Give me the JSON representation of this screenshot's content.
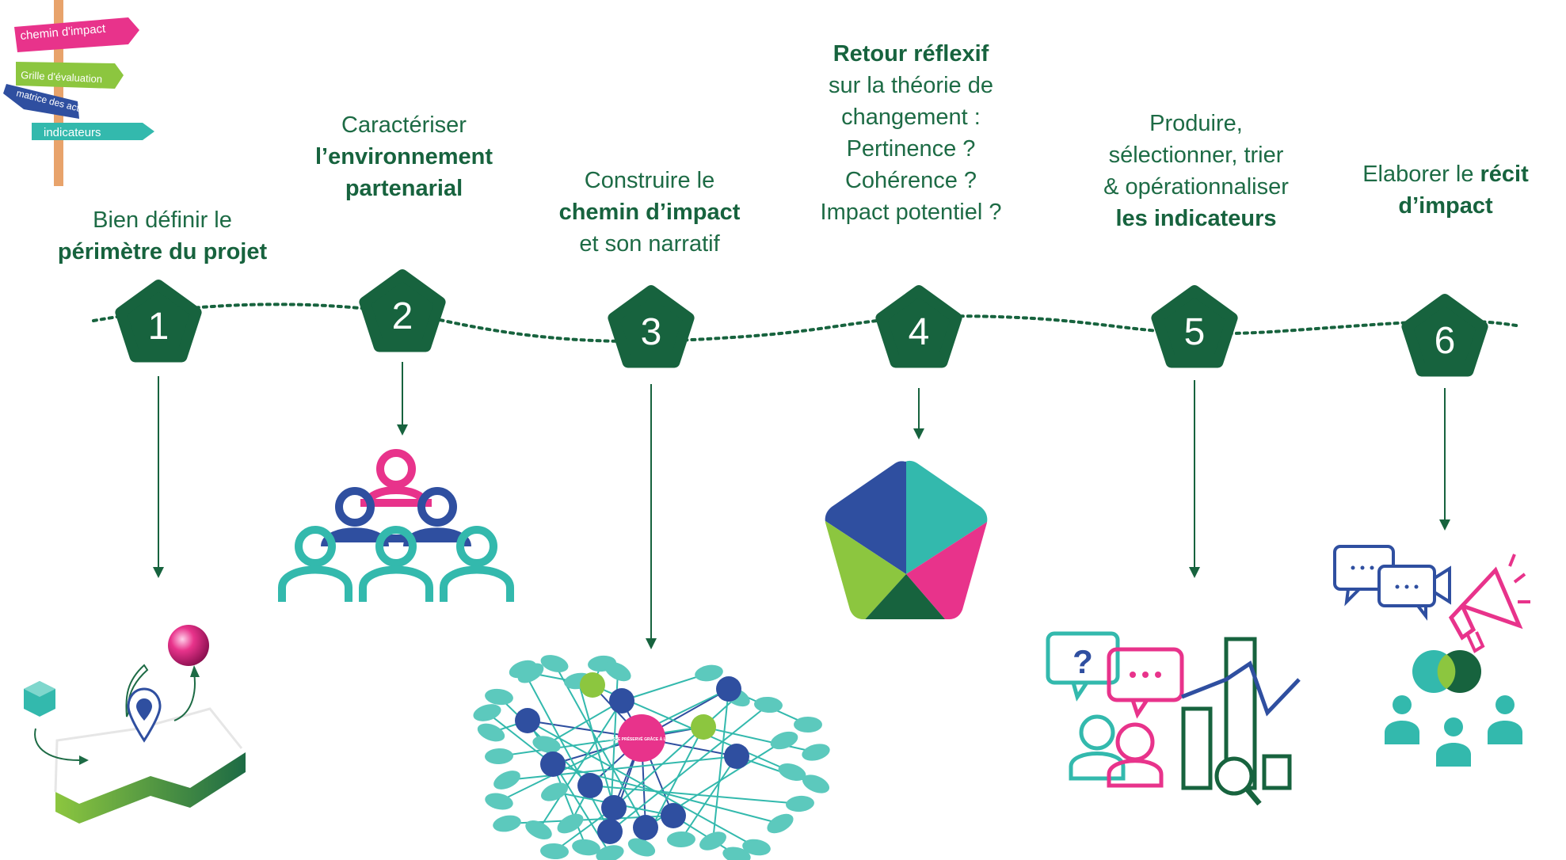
{
  "signpost": {
    "labels": [
      "chemin d'impact",
      "Grille d'évaluation",
      "matrice des acteurs",
      "indicateurs"
    ],
    "colors": [
      "#e8338b",
      "#8cc63f",
      "#2f4fa0",
      "#33b9ad"
    ]
  },
  "steps": [
    {
      "number": "1",
      "lines": [
        {
          "text": "Bien définir le",
          "bold": false
        },
        {
          "text": "périmètre du projet",
          "bold": true
        }
      ]
    },
    {
      "number": "2",
      "lines": [
        {
          "text": "Caractériser",
          "bold": false
        },
        {
          "text": "l’environnement",
          "bold": true
        },
        {
          "text": "partenarial",
          "bold": true
        }
      ]
    },
    {
      "number": "3",
      "lines": [
        {
          "text": "Construire le",
          "bold": false
        },
        {
          "text": "chemin d’impact",
          "bold": true
        },
        {
          "text": "et son narratif",
          "bold": false
        }
      ]
    },
    {
      "number": "4",
      "lines": [
        {
          "text": "Retour réflexif",
          "bold": true
        },
        {
          "text": "sur la théorie de",
          "bold": false
        },
        {
          "text": "changement :",
          "bold": false
        },
        {
          "text": "Pertinence ?",
          "bold": false
        },
        {
          "text": "Cohérence ?",
          "bold": false
        },
        {
          "text": "Impact potentiel ?",
          "bold": false
        }
      ]
    },
    {
      "number": "5",
      "lines": [
        {
          "text": "Produire,",
          "bold": false
        },
        {
          "text": "sélectionner, trier",
          "bold": false
        },
        {
          "text": "& opérationnaliser",
          "bold": false
        },
        {
          "text": "les indicateurs",
          "bold": true
        }
      ]
    },
    {
      "number": "6",
      "lines": [
        {
          "text": "Elaborer le récit",
          "bold": false,
          "boldTail": "récit"
        },
        {
          "text": "d’impact",
          "bold": true
        }
      ]
    }
  ],
  "colors": {
    "primary": "#17633e",
    "pink": "#e8338b",
    "lime": "#8cc63f",
    "navy": "#2f4fa0",
    "teal": "#33b9ad"
  },
  "mindmap": {
    "center_label": "LE CAUSSE PRÉSERVÉ GRÂCE À L'ÉLEVAGE"
  },
  "chat_bubbles": [
    "?",
    "..."
  ],
  "icons": [
    "signpost-icon",
    "map-path-icon",
    "people-hierarchy-icon",
    "mindmap-icon",
    "pentagon-icon",
    "indicators-icon",
    "story-icon"
  ]
}
